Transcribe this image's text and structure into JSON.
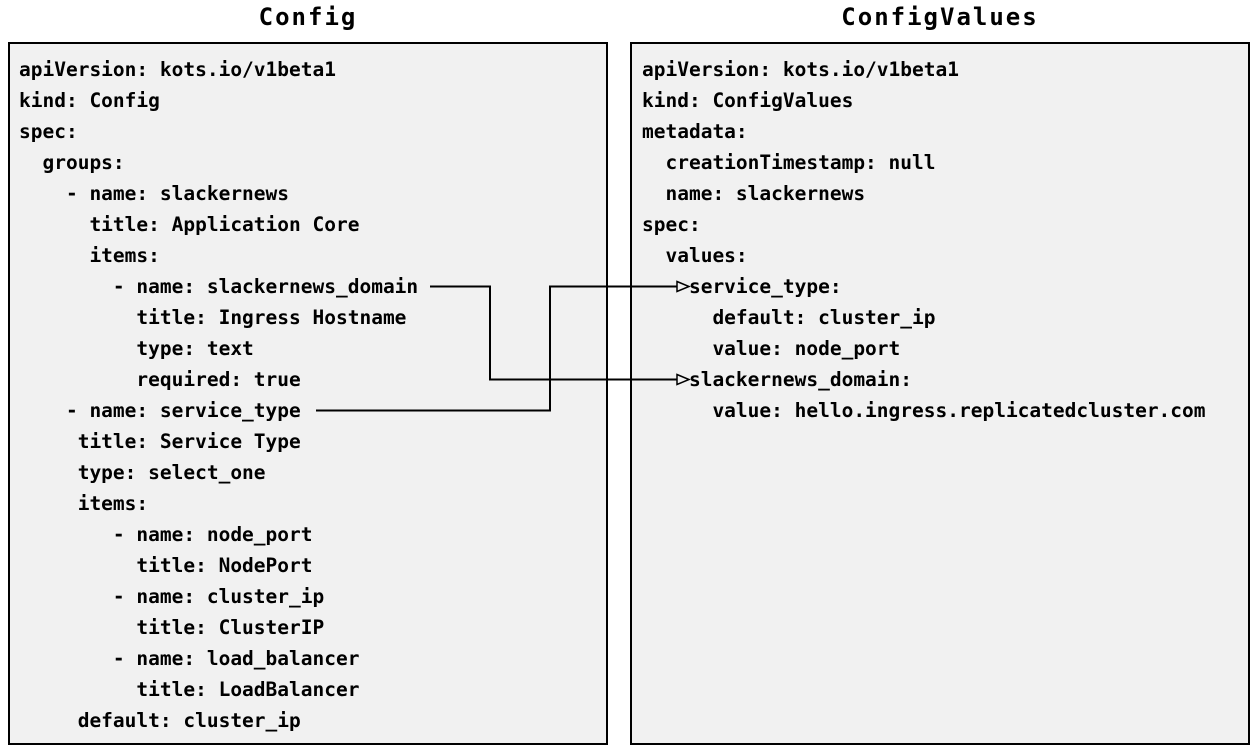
{
  "left": {
    "title": "Config",
    "lines": [
      "apiVersion: kots.io/v1beta1",
      "kind: Config",
      "spec:",
      "  groups:",
      "    - name: slackernews",
      "      title: Application Core",
      "      items:",
      "        - name: slackernews_domain",
      "          title: Ingress Hostname",
      "          type: text",
      "          required: true",
      "    - name: service_type",
      "     title: Service Type",
      "     type: select_one",
      "     items:",
      "        - name: node_port",
      "          title: NodePort",
      "        - name: cluster_ip",
      "          title: ClusterIP",
      "        - name: load_balancer",
      "          title: LoadBalancer",
      "     default: cluster_ip"
    ]
  },
  "right": {
    "title": "ConfigValues",
    "lines": [
      "apiVersion: kots.io/v1beta1",
      "kind: ConfigValues",
      "metadata:",
      "  creationTimestamp: null",
      "  name: slackernews",
      "spec:",
      "  values:",
      "    service_type:",
      "      default: cluster_ip",
      "      value: node_port",
      "    slackernews_domain:",
      "      value: hello.ingress.replicatedcluster.com"
    ]
  },
  "connectors": [
    {
      "from_field": "slackernews_domain",
      "to_field": "slackernews_domain",
      "direction": "config-to-configvalues"
    },
    {
      "from_field": "service_type",
      "to_field": "service_type",
      "direction": "config-to-configvalues"
    }
  ],
  "colors": {
    "panel_bg": "#f1f1f1",
    "panel_border": "#000000",
    "text": "#000000",
    "connector": "#000000"
  }
}
